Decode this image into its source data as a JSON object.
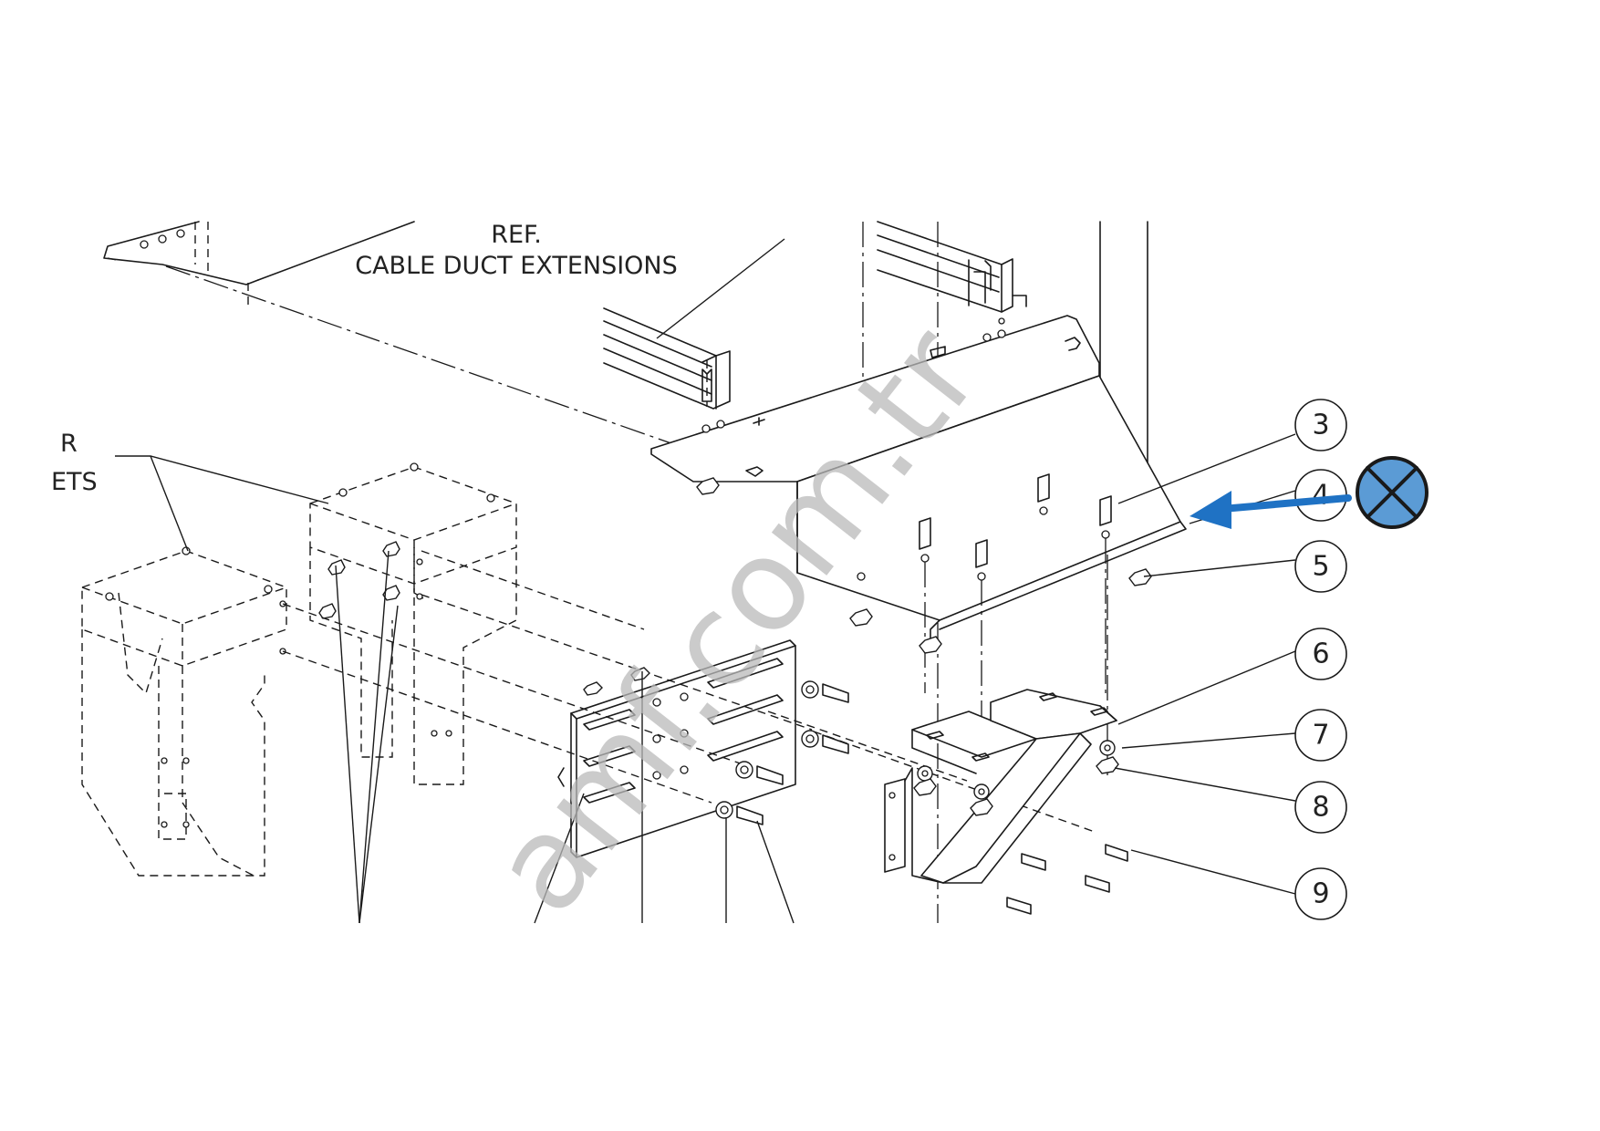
{
  "labels": {
    "ref_line1": "REF.",
    "ref_line2": "CABLE DUCT EXTENSIONS",
    "cut_off_top": "R",
    "cut_off_bottom": "ETS"
  },
  "balloons": [
    {
      "number": "3"
    },
    {
      "number": "4"
    },
    {
      "number": "5"
    },
    {
      "number": "6"
    },
    {
      "number": "7"
    },
    {
      "number": "8"
    },
    {
      "number": "9"
    }
  ],
  "watermark": "amf.com.tr",
  "colors": {
    "marker_fill": "#5b9bd5",
    "marker_stroke": "#1a1a1a",
    "arrow": "#1f72c4",
    "watermark": "#b9b9b9",
    "line": "#1a1a1a"
  },
  "icons": {
    "marker": "crossed-circle-icon",
    "arrow": "arrow-left-icon"
  }
}
